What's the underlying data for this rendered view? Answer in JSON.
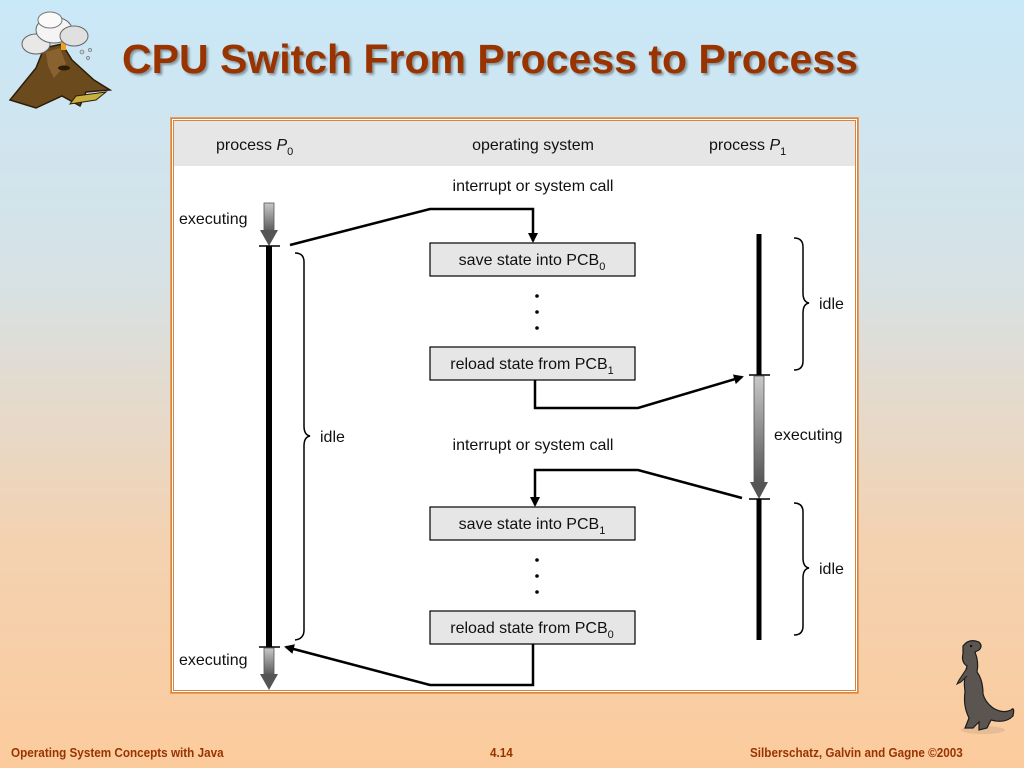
{
  "slide": {
    "title": "CPU Switch From Process to Process",
    "footer": {
      "left": "Operating System Concepts with Java",
      "page": "4.14",
      "right": "Silberschatz, Galvin and Gagne ©2003"
    },
    "icons": {
      "top_left": "volcano-icon",
      "bottom_right": "dinosaur-icon"
    },
    "colors": {
      "title": "#993300",
      "footer": "#993300",
      "frame_border": "#d8843c",
      "header_band": "#e6e6e6",
      "box_fill": "#e6e6e6"
    }
  },
  "diagram": {
    "columns": {
      "p0_prefix": "process ",
      "p0_var": "P",
      "p0_sub": "0",
      "os": "operating system",
      "p1_prefix": "process ",
      "p1_var": "P",
      "p1_sub": "1"
    },
    "labels": {
      "interrupt_1": "interrupt or system call",
      "interrupt_2": "interrupt or system call",
      "p0_executing_top": "executing",
      "p0_idle": "idle",
      "p0_executing_bottom": "executing",
      "p1_idle_top": "idle",
      "p1_executing": "executing",
      "p1_idle_bottom": "idle",
      "ellipsis": "⋮"
    },
    "boxes": [
      {
        "text": "save state into PCB",
        "sub": "0"
      },
      {
        "text": "reload state from PCB",
        "sub": "1"
      },
      {
        "text": "save state into PCB",
        "sub": "1"
      },
      {
        "text": "reload state from PCB",
        "sub": "0"
      }
    ]
  }
}
